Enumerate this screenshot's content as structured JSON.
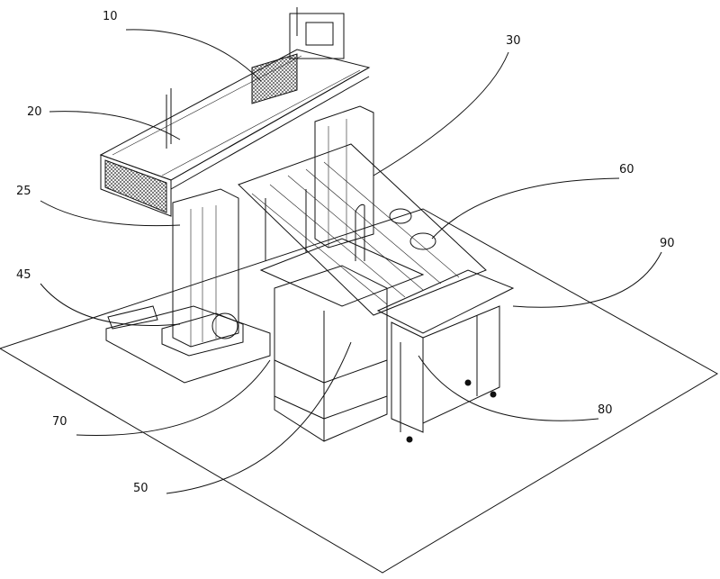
{
  "figure": {
    "reference_numerals": [
      "10",
      "20",
      "25",
      "30",
      "45",
      "50",
      "60",
      "70",
      "80",
      "90"
    ]
  }
}
